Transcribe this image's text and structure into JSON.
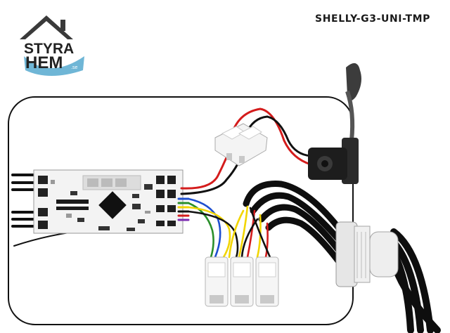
{
  "header": {
    "product_title": "SHELLY-G3-UNI-TMP"
  },
  "logo": {
    "line1": "STYRA",
    "line2": "HEM",
    "suffix": ".se",
    "roof_color": "#3a3a3a",
    "accent_color": "#6fb6d6"
  },
  "colors": {
    "wire_red": "#d41c1c",
    "wire_black": "#111111",
    "wire_yellow": "#f2d500",
    "wire_blue": "#1e4fd0",
    "wire_green": "#2a8f2a",
    "board_white": "#f4f4f4",
    "frame_stroke": "#111111"
  }
}
